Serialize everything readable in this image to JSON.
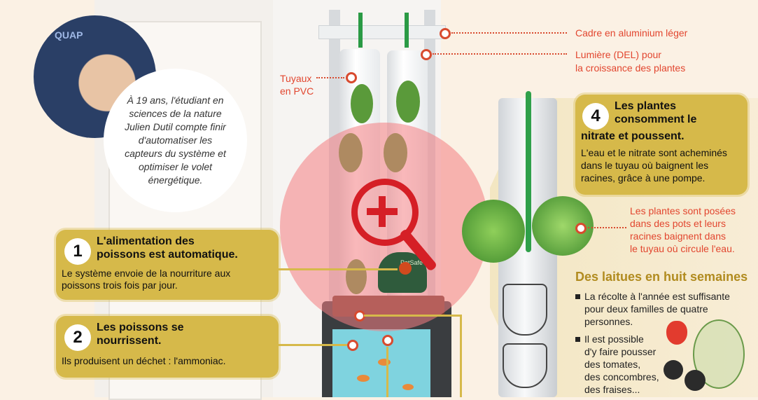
{
  "labels": {
    "frame": "Cadre en aluminium léger",
    "light_line1": "Lumière (DEL) pour",
    "light_line2": "la croissance des plantes",
    "pvc_line1": "Tuyaux",
    "pvc_line2": "en PVC",
    "pots_line1": "Les plantes sont posées",
    "pots_line2": "dans des pots et leurs",
    "pots_line3": "racines baignent dans",
    "pots_line4": "le tuyau où circule l'eau."
  },
  "bubble_text": "À 19 ans, l'étudiant en sciences de la nature Julien Dutil compte finir d'automatiser les capteurs du système et optimiser le volet énergétique.",
  "photo_sign": "QUAP",
  "card1": {
    "number": "1",
    "title_line1": "L'alimentation des",
    "title_line2": "poissons est automatique.",
    "body_line1": "Le système envoie de la nourriture aux",
    "body_line2": "poissons trois fois par jour."
  },
  "card2": {
    "number": "2",
    "title_line1": "Les poissons se",
    "title_line2": "nourrissent.",
    "body": "Ils produisent un déchet : l'ammoniac."
  },
  "card4": {
    "number": "4",
    "title_line1": "Les plantes",
    "title_line2": "consomment le",
    "title_line3": "nitrate et poussent.",
    "body_line1": "L'eau et le nitrate sont acheminés",
    "body_line2": "dans le tuyau où baignent les",
    "body_line3": "racines, grâce à une pompe."
  },
  "sidebar": {
    "title": "Des laitues en huit semaines",
    "bullet1_line1": "La récolte à l'année est suffisante",
    "bullet1_line2": "pour deux familles de quatre",
    "bullet1_line3": "personnes.",
    "bullet2_line1": "Il est possible",
    "bullet2_line2": "d'y faire pousser",
    "bullet2_line3": "des tomates,",
    "bullet2_line4": "des concombres,",
    "bullet2_line5": "des fraises..."
  },
  "feeder_label": "PetSafe",
  "colors": {
    "accent_red": "#e2462f",
    "card_gold": "#d6b94a",
    "title_gold": "#b18b1f",
    "zoom_red": "#d51f26"
  }
}
